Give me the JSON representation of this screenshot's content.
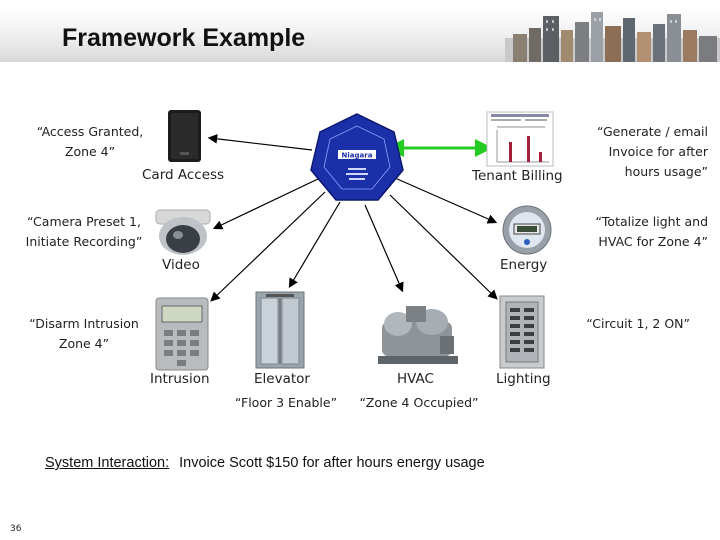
{
  "header": {
    "title": "Framework Example"
  },
  "hub": {
    "logo_text": "Niagara"
  },
  "devices": [
    {
      "name": "card-access",
      "label": "Card Access",
      "quote": "“Access Granted, Zone 4”"
    },
    {
      "name": "tenant-billing",
      "label": "Tenant Billing",
      "quote": "“Generate / email Invoice for after hours usage”"
    },
    {
      "name": "video",
      "label": "Video",
      "quote": "“Camera Preset 1, Initiate Recording”"
    },
    {
      "name": "energy",
      "label": "Energy",
      "quote": "“Totalize light and HVAC for Zone 4”"
    },
    {
      "name": "intrusion",
      "label": "Intrusion",
      "quote": "“Disarm Intrusion Zone 4”"
    },
    {
      "name": "elevator",
      "label": "Elevator",
      "quote": "“Floor 3 Enable”"
    },
    {
      "name": "hvac",
      "label": "HVAC",
      "quote": "“Zone 4 Occupied”"
    },
    {
      "name": "lighting",
      "label": "Lighting",
      "quote": "“Circuit 1, 2 ON”"
    }
  ],
  "bottom": {
    "prefix": "System Interaction:",
    "text": "Invoice Scott  $150 for after hours energy usage"
  },
  "page_number": "36",
  "colors": {
    "hub": "#1a2fa8",
    "link_green": "#22cc22",
    "arrow": "#000000"
  }
}
